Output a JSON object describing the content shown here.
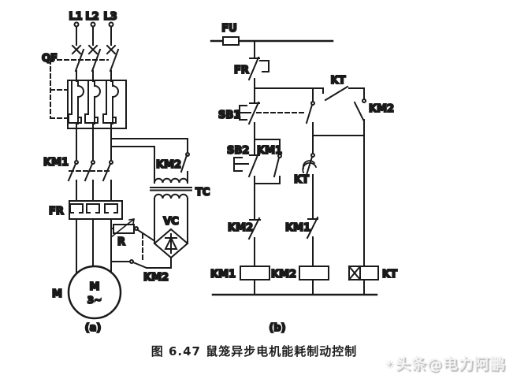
{
  "figure": {
    "caption": "图 6.47  鼠笼异步电机能耗制动控制",
    "watermark": "头条@电力阿鹏",
    "watermark_icon": "☀",
    "panel_a": {
      "label": "(a)",
      "phases": [
        "L1",
        "L2",
        "L3"
      ],
      "breaker": "QF",
      "main_contactor_contacts": "KM1",
      "braking_branch_contact": "KM2",
      "transformer": "TC",
      "thermal_relay": "FR",
      "rectifier": "VC",
      "resistor": "R",
      "braking_dc_contacts": "KM2",
      "motor_ref": "M",
      "motor_text_top": "M",
      "motor_text_bottom": "3~"
    },
    "panel_b": {
      "label": "(b)",
      "fuse": "FU",
      "thermal_contact": "FR",
      "kt_top_contact": "KT",
      "km2_top_contact": "KM2",
      "stop_button": "SB1",
      "start_button": "SB2",
      "km1_aux_contact": "KM1",
      "kt_delay_contact": "KT",
      "km2_nc_contact": "KM2",
      "km1_nc_contact": "KM1",
      "km1_coil": "KM1",
      "km2_coil": "KM2",
      "kt_coil": "KT"
    }
  }
}
